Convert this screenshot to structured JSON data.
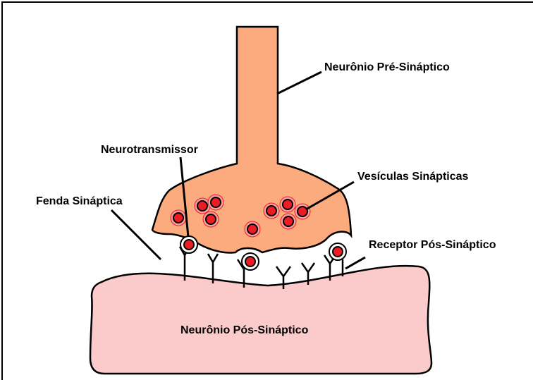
{
  "labels": {
    "pre_neuron": "Neurônio Pré-Sináptico",
    "neurotransmitter": "Neurotransmissor",
    "vesicles": "Vesículas Sinápticas",
    "cleft": "Fenda Sináptica",
    "receptor": "Receptor Pós-Sináptico",
    "post_neuron": "Neurônio Pós-Sináptico"
  },
  "colors": {
    "pre_neuron": "#fbab7e",
    "post_neuron": "#fbcaca",
    "vesicle": "#ed1c24",
    "outline": "#000000",
    "border": "#000000"
  }
}
